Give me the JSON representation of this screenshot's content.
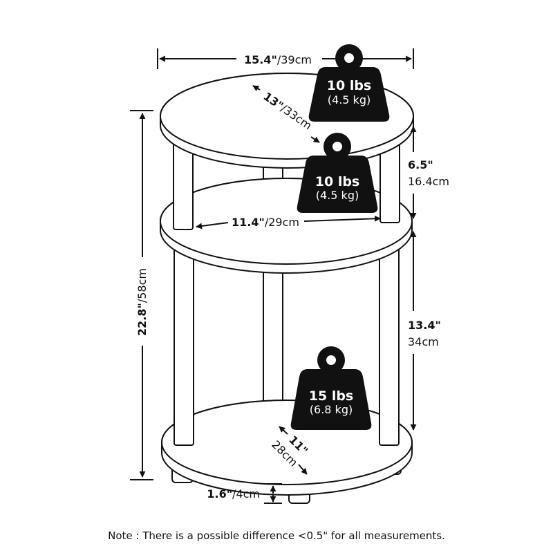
{
  "dimensions": {
    "top_width": {
      "imperial": "15.4\"",
      "metric": "/39cm"
    },
    "top_diagonal": {
      "imperial": "13\"",
      "metric": "/33cm"
    },
    "top_spacing": {
      "imperial": "6.5\"",
      "metric": "16.4cm"
    },
    "middle_width": {
      "imperial": "11.4\"",
      "metric": "/29cm"
    },
    "total_height": {
      "imperial": "22.8\"",
      "metric": "/58cm"
    },
    "lower_spacing": {
      "imperial": "13.4\"",
      "metric": "34cm"
    },
    "bottom_diagonal": {
      "imperial": "11\"",
      "metric": "28cm"
    },
    "foot_height": {
      "imperial": "1.6\"",
      "metric": "/4cm"
    }
  },
  "weights": [
    {
      "lbs": "10 lbs",
      "kg": "(4.5 kg)"
    },
    {
      "lbs": "10 lbs",
      "kg": "(4.5 kg)"
    },
    {
      "lbs": "15 lbs",
      "kg": "(6.8 kg)"
    }
  ],
  "note": "Note : There is a possible difference <0.5\" for all measurements.",
  "colors": {
    "line": "#111111",
    "weight_fill": "#111111",
    "background": "#ffffff"
  }
}
